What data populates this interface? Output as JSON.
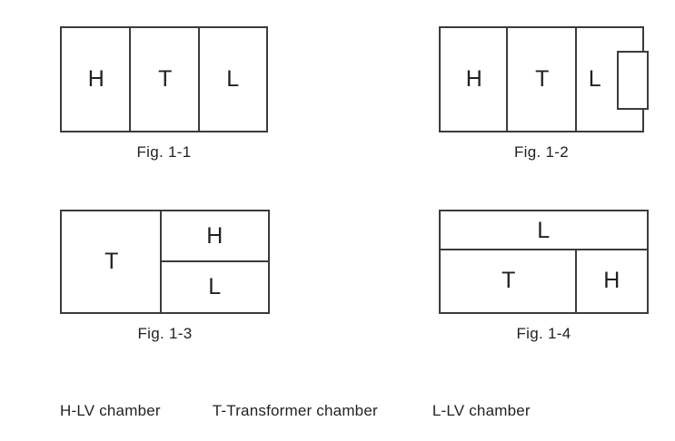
{
  "figures": [
    {
      "id": "fig-1-1",
      "caption": "Fig. 1-1",
      "layout": "three-vertical-chambers",
      "cells": [
        {
          "label": "H",
          "name": "chamber-h"
        },
        {
          "label": "T",
          "name": "chamber-t"
        },
        {
          "label": "L",
          "name": "chamber-l"
        }
      ]
    },
    {
      "id": "fig-1-2",
      "caption": "Fig. 1-2",
      "layout": "three-vertical-chambers-with-side-stub",
      "cells": [
        {
          "label": "H",
          "name": "chamber-h"
        },
        {
          "label": "T",
          "name": "chamber-t"
        },
        {
          "label": "L",
          "name": "chamber-l"
        }
      ],
      "stub": {
        "name": "side-extension-box",
        "label": ""
      }
    },
    {
      "id": "fig-1-3",
      "caption": "Fig. 1-3",
      "layout": "left-full-height-right-split-horizontally",
      "cells": [
        {
          "label": "T",
          "name": "chamber-t"
        },
        {
          "label": "H",
          "name": "chamber-h"
        },
        {
          "label": "L",
          "name": "chamber-l"
        }
      ]
    },
    {
      "id": "fig-1-4",
      "caption": "Fig. 1-4",
      "layout": "top-full-width-bottom-split-vertically",
      "cells": [
        {
          "label": "L",
          "name": "chamber-l"
        },
        {
          "label": "T",
          "name": "chamber-t"
        },
        {
          "label": "H",
          "name": "chamber-h"
        }
      ]
    }
  ],
  "legend": [
    {
      "text": "H-LV chamber"
    },
    {
      "text": "T-Transformer chamber"
    },
    {
      "text": "L-LV chamber"
    }
  ],
  "colors": {
    "stroke": "#3b3b3d",
    "text": "#231f20",
    "background": "#ffffff"
  }
}
